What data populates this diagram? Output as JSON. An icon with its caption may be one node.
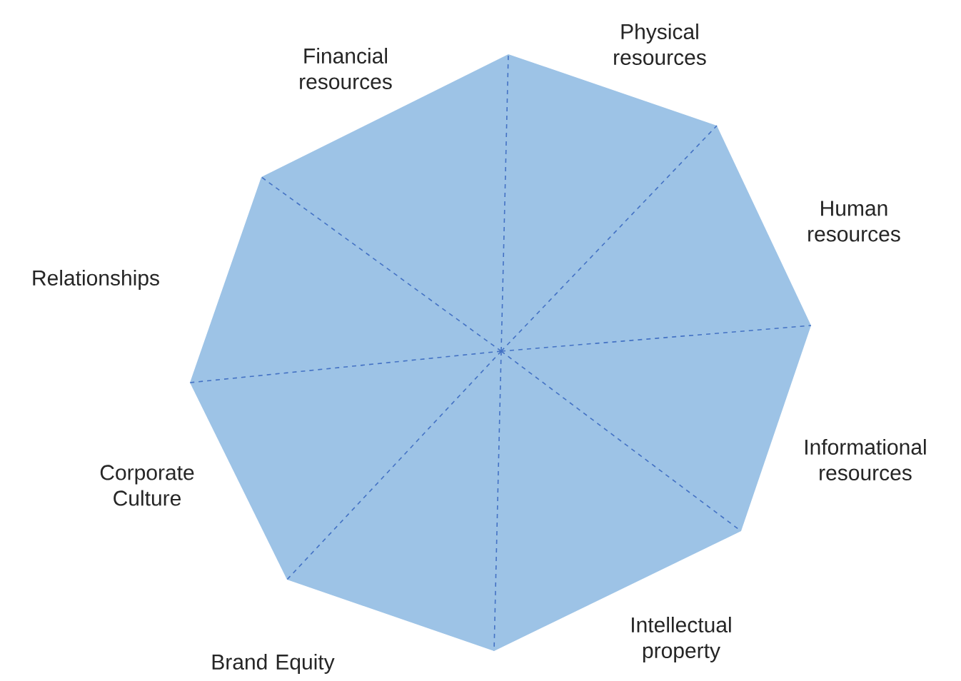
{
  "diagram": {
    "labels": [
      "Physical resources",
      "Financial resources",
      "Human resources",
      "Relationships",
      "Informational resources",
      "Corporate Culture",
      "Intellectual property",
      "Brand Equity"
    ]
  }
}
